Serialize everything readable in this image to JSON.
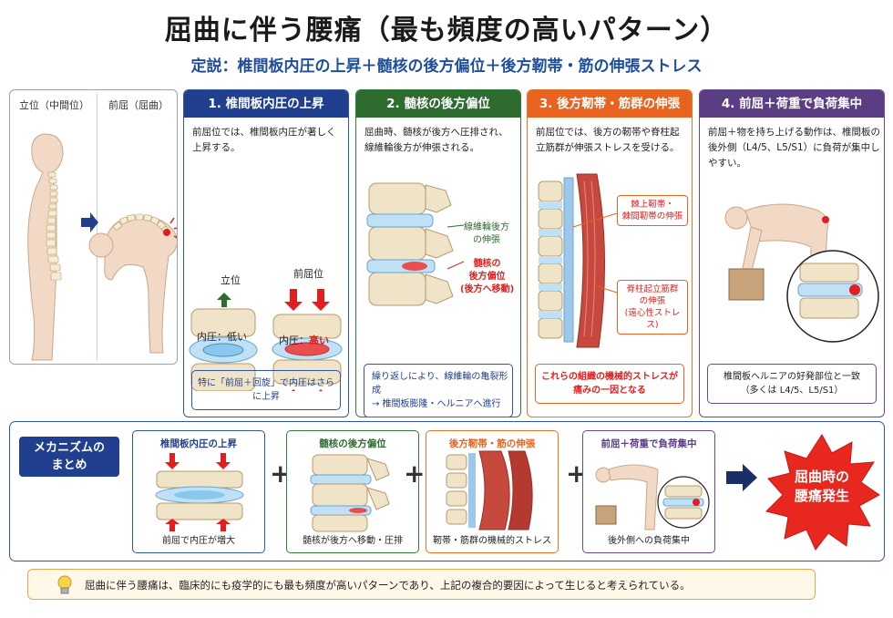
{
  "title": "屈曲に伴う腰痛（最も頻度の高いパターン）",
  "subtitle": "定説：椎間板内圧の上昇＋髄核の後方偏位＋後方靭帯・筋の伸張ストレス",
  "posture": {
    "left_label": "立位（中間位）",
    "right_label": "前屈（屈曲）"
  },
  "cards": [
    {
      "heading": "1. 椎間板内圧の上昇",
      "desc": "前屈位では、椎間板内圧が著しく上昇する。",
      "label_standing": "立位",
      "label_flexion": "前屈位",
      "pressure_low": "内圧：低い",
      "pressure_high_prefix": "内圧：",
      "pressure_high_value": "高い",
      "note": "特に「前屈＋回旋」で内圧はさらに上昇"
    },
    {
      "heading": "2. 髄核の後方偏位",
      "desc": "屈曲時、髄核が後方へ圧排され、線維輪後方が伸張される。",
      "label_annulus_1": "線維輪後方",
      "label_annulus_2": "の伸張",
      "label_nucleus_1": "髄核の",
      "label_nucleus_2": "後方偏位",
      "label_nucleus_3": "(後方へ移動)",
      "note_1": "繰り返しにより、線維輪の亀裂形成",
      "note_2": "→ 椎間板膨隆・ヘルニアへ進行"
    },
    {
      "heading": "3. 後方靭帯・筋群の伸張",
      "desc": "前屈位では、後方の靭帯や脊柱起立筋群が伸張ストレスを受ける。",
      "label_lig_1": "棘上靭帯・",
      "label_lig_2": "棘間靭帯の伸張",
      "label_mus_1": "脊柱起立筋群",
      "label_mus_2": "の伸張",
      "label_mus_3": "(遠心性ストレス)",
      "note_1": "これらの組織の機械的ストレスが",
      "note_2": "痛みの一因となる"
    },
    {
      "heading": "4. 前屈＋荷重で負荷集中",
      "desc": "前屈＋物を持ち上げる動作は、椎間板の後外側（L4/5、L5/S1）に負荷が集中しやすい。",
      "note_1": "椎間板ヘルニアの好発部位と一致",
      "note_2": "（多くは L4/5、L5/S1）"
    }
  ],
  "summary": {
    "tag_line1": "メカニズムの",
    "tag_line2": "まとめ",
    "items": [
      {
        "title": "椎間板内圧の上昇",
        "caption": "前屈で内圧が増大"
      },
      {
        "title": "髄核の後方偏位",
        "caption": "髄核が後方へ移動・圧排"
      },
      {
        "title": "後方靭帯・筋の伸張",
        "caption": "靭帯・筋群の機械的ストレス"
      },
      {
        "title": "前屈＋荷重で負荷集中",
        "caption": "後外側への負荷集中"
      }
    ],
    "plus": "+",
    "result_line1": "屈曲時の",
    "result_line2": "腰痛発生"
  },
  "tip": "屈曲に伴う腰痛は、臨床的にも疫学的にも最も頻度が高いパターンであり、上記の複合的要因によって生じると考えられている。",
  "colors": {
    "blue": "#213f8f",
    "green": "#2e6b2f",
    "orange": "#e8631f",
    "purple": "#5b3d84",
    "red": "#e02020",
    "disc": "#bfe0f5",
    "bone": "#efe3c8"
  }
}
